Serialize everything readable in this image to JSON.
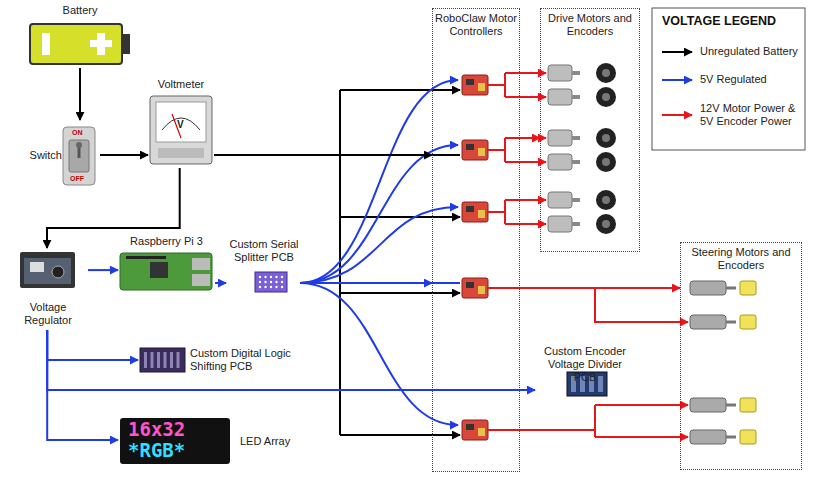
{
  "diagram": {
    "nodes": [
      {
        "text": [
          "Battery"
        ]
      },
      {
        "text": [
          "Switch"
        ]
      },
      {
        "text": [
          "Voltmeter"
        ]
      },
      {
        "text": [
          "Voltage Regulator"
        ]
      },
      {
        "text": [
          "Raspberry Pi 3"
        ]
      },
      {
        "text": [
          "Custom Serial Splitter PCB"
        ]
      },
      {
        "text": [
          "Custom Digital Logic Shifting PCB"
        ]
      },
      {
        "text": [
          "LED Array"
        ]
      },
      {
        "text": [
          "RoboClaw Motor Controllers"
        ]
      },
      {
        "text": [
          "Drive Motors and Encoders"
        ]
      },
      {
        "text": [
          "Custom Encoder Voltage Divider PCB"
        ]
      },
      {
        "text": [
          "Steering Motors and Encoders"
        ]
      }
    ],
    "edges": [
      {
        "from": 0,
        "to": 1,
        "arrow": "to"
      },
      {
        "from": 1,
        "to": 2,
        "arrow": "to"
      },
      {
        "from": 2,
        "to": 3,
        "arrow": "to"
      },
      {
        "from": 3,
        "to": 4,
        "arrow": "to"
      },
      {
        "from": 4,
        "to": 5,
        "arrow": "to"
      },
      {
        "from": 3,
        "to": 6,
        "arrow": "to"
      },
      {
        "from": 3,
        "to": 10,
        "arrow": "to"
      },
      {
        "from": 3,
        "to": 7,
        "arrow": "to"
      },
      {
        "from": 2,
        "to": 8,
        "arrow": "to"
      },
      {
        "from": 5,
        "to": 8,
        "arrow": "to"
      },
      {
        "from": 8,
        "to": 9,
        "arrow": "to"
      },
      {
        "from": 8,
        "to": 11,
        "arrow": "to"
      }
    ],
    "labels": [
      "VOLTAGE LEGEND",
      "ON",
      "OFF",
      "V",
      "16x32",
      "*RGB*"
    ],
    "legend": [
      {
        "text": "Unregulated Battery"
      },
      {
        "text": "5V Regulated"
      },
      {
        "text": "12V Motor Power & 5V Encoder Power"
      }
    ]
  }
}
